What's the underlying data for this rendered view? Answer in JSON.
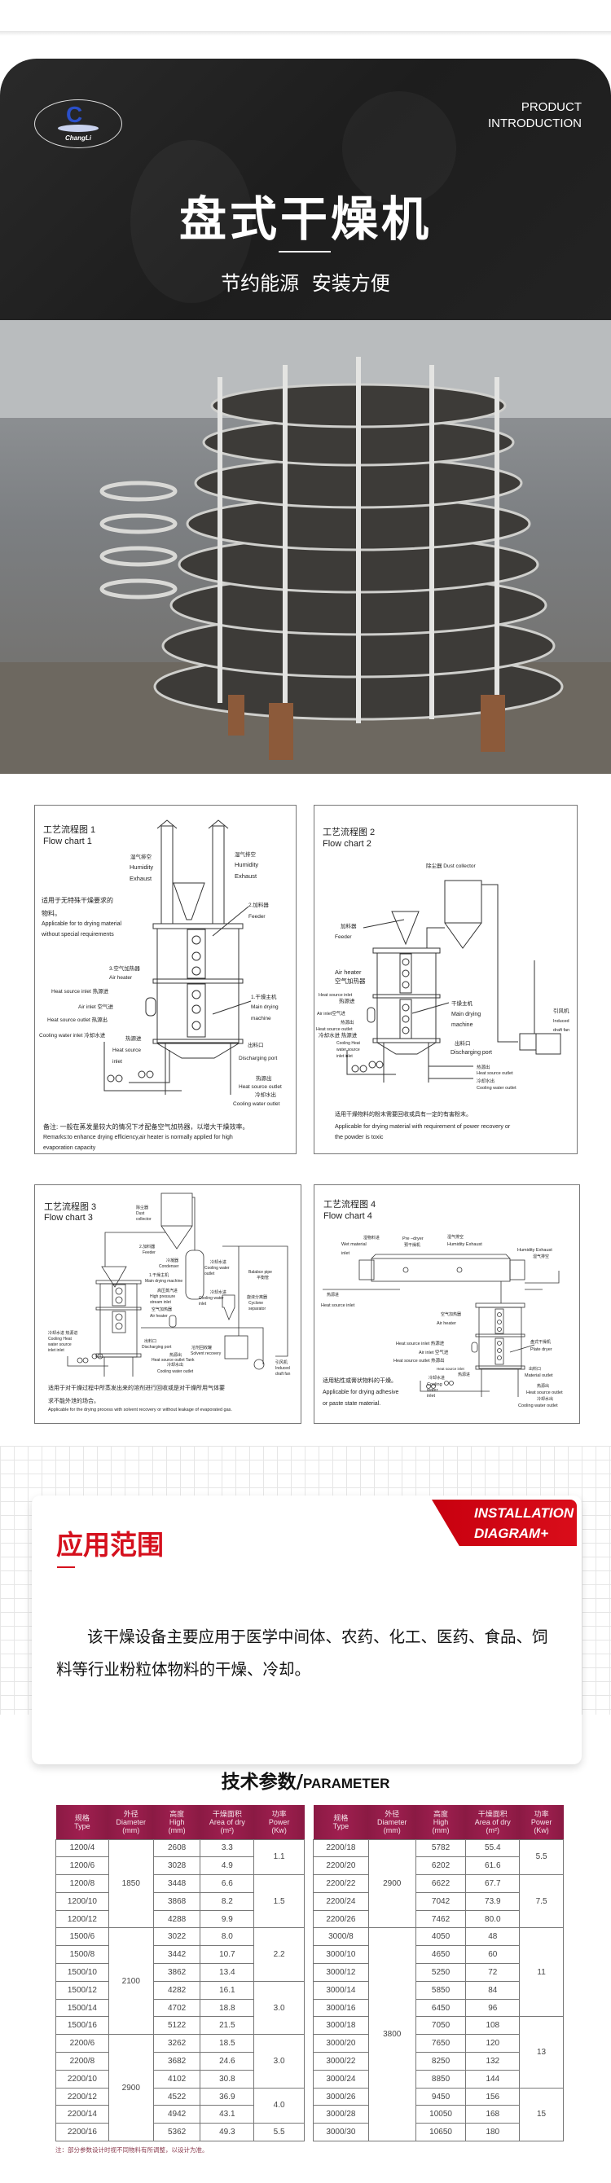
{
  "header": {
    "logo_text": "ChangLi",
    "logo_letter": "C",
    "intro_line1": "PRODUCT",
    "intro_line2": "INTRODUCTION",
    "title": "盘式干燥机",
    "subtitle": "节约能源  安装方便"
  },
  "flow_charts": [
    {
      "title_cn": "工艺流程图 1",
      "title_en": "Flow chart 1",
      "labels": [
        "湿气排空",
        "Humidity",
        "Exhaust",
        "湿气排空",
        "Humidity",
        "Exhaust",
        "2.加料器",
        "Feeder",
        "3.空气加热器",
        "Air heater",
        "Heat source inlet  热源进",
        "Air inlet  空气进",
        "Heat source outlet  热源出",
        "1.干燥主机",
        "Main drying",
        "machine",
        "Cooling water inlet 冷却水进",
        "热源进",
        "Heat source",
        "inlet",
        "出料口",
        "Discharging port",
        "热源出",
        "Heat source outlet",
        "冷却水出",
        "Cooling water outlet"
      ],
      "desc": [
        "适用于无特殊干燥要求的",
        "物料。",
        "Applicable for to drying material",
        "without special requirements"
      ],
      "remarks": [
        "备注: 一般在蒸发量较大的情况下才配备空气加热器，以增大干燥效率。",
        "Remarks:to enhance drying efficiency,air heater is normally applied for high",
        "evaporation capacity"
      ]
    },
    {
      "title_cn": "工艺流程图 2",
      "title_en": "Flow chart 2",
      "labels": [
        "除尘器  Dust collector",
        "加料器",
        "Feeder",
        "Air heater",
        "空气加热器",
        "Heat source inlet",
        "热源进",
        "Air inlet空气进",
        "热源出",
        "Heat source outlet",
        "冷却水进  热源进",
        "Cooling Heat",
        "water  source",
        "inlet    inlet",
        "干燥主机",
        "Main drying",
        "machine",
        "出料口",
        "Discharging port",
        "引风机",
        "Induced",
        "draft fan",
        "热源出",
        "Heat source outlet",
        "冷却水出",
        "Cooling water outlet"
      ],
      "desc": [
        "适用干燥物料的粉末需要回收或具有一定的有害粉末。",
        "Applicable for drying material with requirement of power recovery or",
        "the powder is toxic"
      ]
    },
    {
      "title_cn": "工艺流程图 3",
      "title_en": "Flow chart 3",
      "labels": [
        "除尘器",
        "Dust",
        "collector",
        "2.加料器",
        "Feeder",
        "冷凝器",
        "Condenser",
        "冷却水进",
        "Cooling water",
        "outlet",
        "1.干燥主机",
        "Main drying machine",
        "Balabce pipe",
        "平衡管",
        "高压蒸汽进",
        "High pressure",
        "stream inlet",
        "冷却水进",
        "Cooling water",
        "inlet",
        "旋液分离器",
        "Cyclone",
        "separator",
        "空气加热器",
        "Air heater",
        "冷却水进  热源进",
        "Cooling    Heat",
        "water     source",
        "inlet      inlet",
        "出料口",
        "Discharging port",
        "溶剂回收罐",
        "Solvent recovery",
        "热源出",
        "Heat source outlet  Tank",
        "冷却水出",
        "Cooling water outlet",
        "引风机",
        "Induced",
        "draft fan"
      ],
      "desc": [
        "适用于对干燥过程中所蒸发出来的溶剂进行回收或是对干燥所用气体要",
        "求不能外泄的场合。",
        "Applicable for the drying process with solvent recovery or without leakage of evaporated gas."
      ]
    },
    {
      "title_cn": "工艺流程图 4",
      "title_en": "Flow chart 4",
      "labels": [
        "湿物料进",
        "Wet material",
        "inlet",
        "Pre –dryer",
        "预干燥机",
        "湿气排空",
        "Humidity Exhaust",
        "Humidity Exhaust",
        "湿气排空",
        "热源进",
        "Heat source inlet",
        "空气加热器",
        "Air heater",
        "Heat source inlet  热源进",
        "Air inlet  空气进",
        "Heat source outlet  热源出",
        "盘式干燥机",
        "Plate dryer",
        "Heat source inlet",
        "热源进",
        "出料口",
        "Material outlet",
        "冷却水进",
        "Cooling",
        "water",
        "inlet",
        "热源出",
        "Heat source outlet",
        "冷却水出",
        "Cooling water outlet"
      ],
      "desc": [
        "适用粘性或膏状物料的干燥。",
        "Applicable for drying adhesive",
        "or paste state material."
      ]
    }
  ],
  "application": {
    "badge_line1": "INSTALLATION",
    "badge_line2": "DIAGRAM+",
    "title": "应用范围",
    "body": "该干燥设备主要应用于医学中间体、农药、化工、医药、食品、饲料等行业粉粒体物料的干燥、冷却。"
  },
  "parameters": {
    "title_cn": "技术参数/",
    "title_en": "PARAMETER",
    "headers": [
      {
        "cn": "规格",
        "en": "Type",
        "unit": ""
      },
      {
        "cn": "外径",
        "en": "Diameter",
        "unit": "(mm)"
      },
      {
        "cn": "高度",
        "en": "High",
        "unit": "(mm)"
      },
      {
        "cn": "干燥面积",
        "en": "Area of dry",
        "unit": "(m²)"
      },
      {
        "cn": "功率",
        "en": "Power",
        "unit": "(Kw)"
      }
    ],
    "left_rows": [
      [
        "1200/4",
        "1850",
        "2608",
        "3.3",
        "1.1"
      ],
      [
        "1200/6",
        "",
        "3028",
        "4.9",
        ""
      ],
      [
        "1200/8",
        "",
        "3448",
        "6.6",
        "1.5"
      ],
      [
        "1200/10",
        "",
        "3868",
        "8.2",
        ""
      ],
      [
        "1200/12",
        "",
        "4288",
        "9.9",
        ""
      ],
      [
        "1500/6",
        "2100",
        "3022",
        "8.0",
        "2.2"
      ],
      [
        "1500/8",
        "",
        "3442",
        "10.7",
        ""
      ],
      [
        "1500/10",
        "",
        "3862",
        "13.4",
        ""
      ],
      [
        "1500/12",
        "",
        "4282",
        "16.1",
        "3.0"
      ],
      [
        "1500/14",
        "",
        "4702",
        "18.8",
        ""
      ],
      [
        "1500/16",
        "",
        "5122",
        "21.5",
        ""
      ],
      [
        "2200/6",
        "2900",
        "3262",
        "18.5",
        "3.0"
      ],
      [
        "2200/8",
        "",
        "3682",
        "24.6",
        ""
      ],
      [
        "2200/10",
        "",
        "4102",
        "30.8",
        ""
      ],
      [
        "2200/12",
        "",
        "4522",
        "36.9",
        "4.0"
      ],
      [
        "2200/14",
        "",
        "4942",
        "43.1",
        ""
      ],
      [
        "2200/16",
        "",
        "5362",
        "49.3",
        "5.5"
      ]
    ],
    "right_rows": [
      [
        "2200/18",
        "2900",
        "5782",
        "55.4",
        "5.5"
      ],
      [
        "2200/20",
        "",
        "6202",
        "61.6",
        ""
      ],
      [
        "2200/22",
        "",
        "6622",
        "67.7",
        "7.5"
      ],
      [
        "2200/24",
        "",
        "7042",
        "73.9",
        ""
      ],
      [
        "2200/26",
        "",
        "7462",
        "80.0",
        ""
      ],
      [
        "3000/8",
        "3800",
        "4050",
        "48",
        "11"
      ],
      [
        "3000/10",
        "",
        "4650",
        "60",
        ""
      ],
      [
        "3000/12",
        "",
        "5250",
        "72",
        ""
      ],
      [
        "3000/14",
        "",
        "5850",
        "84",
        ""
      ],
      [
        "3000/16",
        "",
        "6450",
        "96",
        ""
      ],
      [
        "3000/18",
        "",
        "7050",
        "108",
        "13"
      ],
      [
        "3000/20",
        "",
        "7650",
        "120",
        ""
      ],
      [
        "3000/22",
        "",
        "8250",
        "132",
        ""
      ],
      [
        "3000/24",
        "",
        "8850",
        "144",
        ""
      ],
      [
        "3000/26",
        "",
        "9450",
        "156",
        "15"
      ],
      [
        "3000/28",
        "",
        "10050",
        "168",
        ""
      ],
      [
        "3000/30",
        "",
        "10650",
        "180",
        ""
      ]
    ],
    "note": "注：部分参数设计时视不同物料有所调整，以设计为准。"
  },
  "colors": {
    "hero_bg": "#1f1f1f",
    "accent_red": "#d5101d",
    "table_header": "#961d4b",
    "logo_blue": "#2a4fc9"
  }
}
